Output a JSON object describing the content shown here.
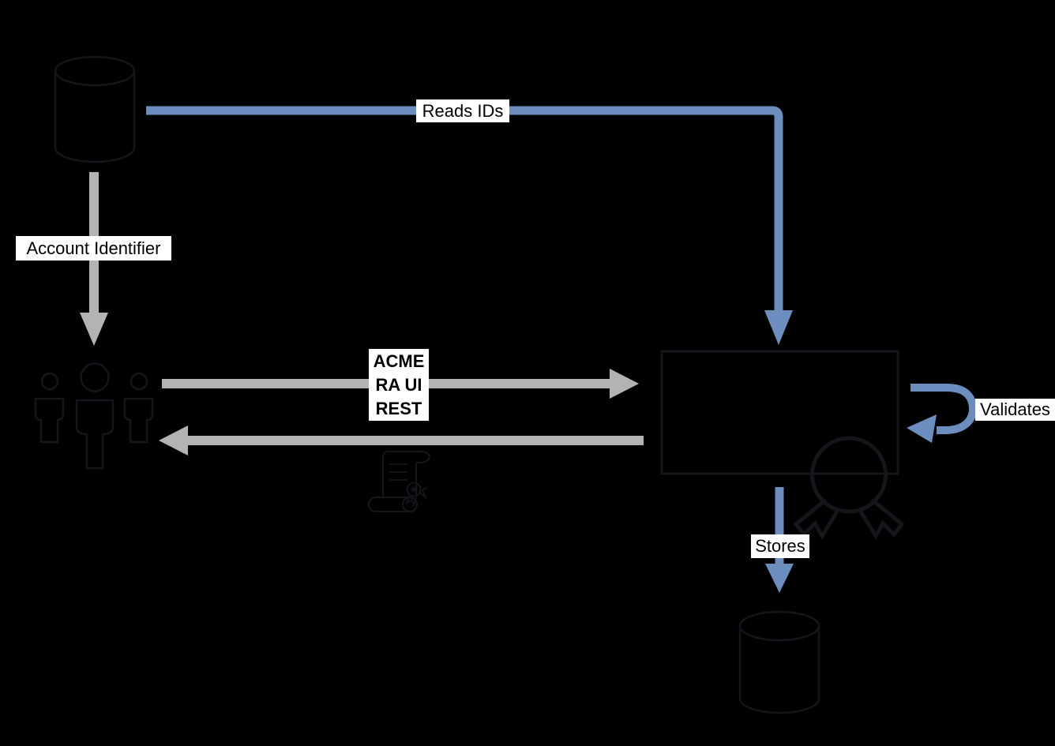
{
  "diagram": {
    "background_color": "#000000",
    "colors": {
      "blue_arrow": "#6c8ebf",
      "gray_arrow": "#b3b3b3",
      "shape_stroke": "#15151c",
      "label_background": "#ffffff",
      "label_text": "#000000"
    },
    "nodes": {
      "source_database": {
        "icon": "database-cylinder-icon"
      },
      "users": {
        "icon": "people-group-icon"
      },
      "certificate": {
        "icon": "certificate-scroll-icon"
      },
      "processor": {
        "icon": "box-with-award-seal-icon"
      },
      "storage_database": {
        "icon": "database-cylinder-icon"
      }
    },
    "edges": {
      "reads_ids": {
        "label": "Reads IDs"
      },
      "account_identifier": {
        "label": "Account Identifier"
      },
      "acme_ra_ui_rest": {
        "lines": [
          "ACME",
          "RA UI",
          "REST"
        ]
      },
      "validates": {
        "label": "Validates"
      },
      "stores": {
        "label": "Stores"
      }
    }
  }
}
